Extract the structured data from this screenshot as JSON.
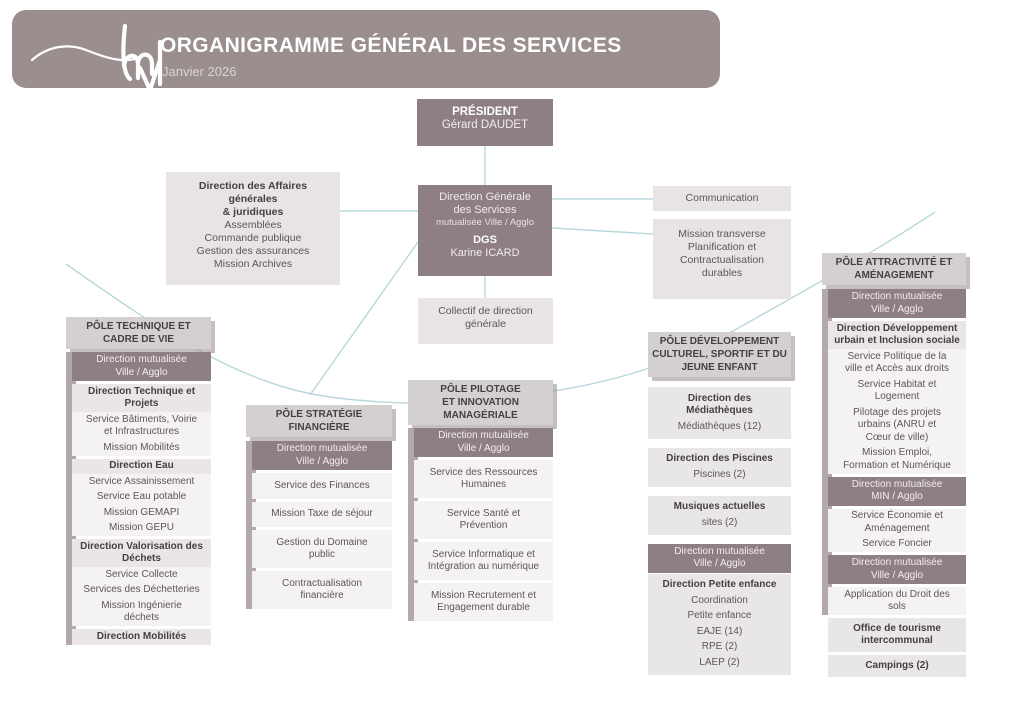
{
  "banner": {
    "logo": "lmv-logo",
    "title": "ORGANIGRAMME GÉNÉRAL DES SERVICES",
    "subtitle": "Janvier 2026"
  },
  "top": {
    "president": {
      "title": "PRÉSIDENT",
      "name": "Gérard DAUDET"
    },
    "dgs": {
      "line1": "Direction Générale",
      "line2": "des Services",
      "mutualisee": "mutualisée Ville / Agglo",
      "role": "DGS",
      "name": "Karine ICARD"
    },
    "affaires": {
      "title1": "Direction des Affaires",
      "title2": "générales",
      "title3": "& juridiques",
      "items": [
        "Assemblées",
        "Commande publique",
        "Gestion des assurances",
        "Mission Archives"
      ]
    },
    "communication": {
      "label": "Communication"
    },
    "mission_transverse": {
      "line1": "Mission transverse",
      "line2": "Planification et",
      "line3": "Contractualisation",
      "line4": "durables"
    },
    "collectif": {
      "line1": "Collectif de direction",
      "line2": "générale"
    }
  },
  "poles": [
    {
      "id": "technique",
      "header_lines": [
        "PÔLE TECHNIQUE ET",
        "CADRE DE VIE"
      ],
      "blocks": [
        {
          "type": "mauve",
          "lines": [
            "Direction mutualisée",
            "Ville / Agglo"
          ]
        },
        {
          "type": "box",
          "rows": [
            {
              "bold": true,
              "lines": [
                "Direction Technique et",
                "Projets"
              ]
            },
            {
              "lines": [
                "Service Bâtiments, Voirie",
                "et Infrastructures"
              ]
            },
            {
              "lines": [
                "Mission Mobilités"
              ]
            }
          ]
        },
        {
          "type": "box",
          "rows": [
            {
              "bold": true,
              "lines": [
                "Direction Eau"
              ]
            },
            {
              "lines": [
                "Service Assainissement"
              ]
            },
            {
              "lines": [
                "Service Eau potable"
              ]
            },
            {
              "lines": [
                "Mission GEMAPI"
              ]
            },
            {
              "lines": [
                "Mission GEPU"
              ]
            }
          ]
        },
        {
          "type": "box",
          "rows": [
            {
              "bold": true,
              "lines": [
                "Direction Valorisation des",
                "Déchets"
              ]
            },
            {
              "lines": [
                "Service Collecte"
              ]
            },
            {
              "lines": [
                "Services des Déchetteries"
              ]
            },
            {
              "lines": [
                "Mission Ingénierie",
                "déchets"
              ]
            }
          ]
        },
        {
          "type": "box",
          "rows": [
            {
              "bold": true,
              "lines": [
                "Direction Mobilités"
              ]
            }
          ]
        }
      ]
    },
    {
      "id": "strategie",
      "header_lines": [
        "PÔLE STRATÉGIE",
        "FINANCIÈRE"
      ],
      "blocks": [
        {
          "type": "mauve",
          "lines": [
            "Direction mutualisée",
            "Ville / Agglo"
          ]
        },
        {
          "type": "box",
          "rows": [
            {
              "lines": [
                "Service des Finances"
              ]
            }
          ]
        },
        {
          "type": "box",
          "rows": [
            {
              "lines": [
                "Mission Taxe de séjour"
              ]
            }
          ]
        },
        {
          "type": "box",
          "rows": [
            {
              "lines": [
                "Gestion du Domaine",
                "public"
              ]
            }
          ]
        },
        {
          "type": "box",
          "rows": [
            {
              "lines": [
                "Contractualisation",
                "financière"
              ]
            }
          ]
        }
      ]
    },
    {
      "id": "pilotage",
      "header_lines": [
        "PÔLE PILOTAGE",
        "ET INNOVATION",
        "MANAGÉRIALE"
      ],
      "blocks": [
        {
          "type": "mauve",
          "lines": [
            "Direction mutualisée",
            "Ville / Agglo"
          ]
        },
        {
          "type": "box",
          "rows": [
            {
              "lines": [
                "Service des Ressources",
                "Humaines"
              ]
            }
          ]
        },
        {
          "type": "box",
          "rows": [
            {
              "lines": [
                "Service Santé et",
                "Prévention"
              ]
            }
          ]
        },
        {
          "type": "box",
          "rows": [
            {
              "lines": [
                "Service Informatique et",
                "Intégration au numérique"
              ]
            }
          ]
        },
        {
          "type": "box",
          "rows": [
            {
              "lines": [
                "Mission Recrutement et",
                "Engagement durable"
              ]
            }
          ]
        }
      ]
    },
    {
      "id": "culturel",
      "header_lines": [
        "PÔLE DÉVELOPPEMENT",
        "CULTUREL, SPORTIF ET DU",
        "JEUNE ENFANT"
      ],
      "blocks": [
        {
          "type": "box",
          "rows": [
            {
              "bold": true,
              "lines": [
                "Direction des",
                "Médiathèques"
              ]
            },
            {
              "lines": [
                "Médiathèques (12)"
              ]
            }
          ]
        },
        {
          "type": "box",
          "rows": [
            {
              "bold": true,
              "lines": [
                "Direction des Piscines"
              ]
            },
            {
              "lines": [
                "Piscines (2)"
              ]
            }
          ]
        },
        {
          "type": "box",
          "rows": [
            {
              "bold": true,
              "lines": [
                "Musiques actuelles"
              ]
            },
            {
              "lines": [
                "sites (2)"
              ]
            }
          ]
        },
        {
          "type": "mauve",
          "lines": [
            "Direction mutualisée",
            "Ville / Agglo"
          ]
        },
        {
          "type": "box",
          "rows": [
            {
              "bold": true,
              "lines": [
                "Direction Petite enfance"
              ]
            },
            {
              "lines": [
                "Coordination"
              ]
            },
            {
              "lines": [
                "Petite enfance"
              ]
            },
            {
              "lines": [
                "EAJE (14)"
              ]
            },
            {
              "lines": [
                "RPE (2)"
              ]
            },
            {
              "lines": [
                "LAEP (2)"
              ]
            }
          ]
        }
      ]
    },
    {
      "id": "attractivite",
      "header_lines": [
        "PÔLE ATTRACTIVITÉ ET",
        "AMÉNAGEMENT"
      ],
      "blocks": [
        {
          "type": "mauve",
          "lines": [
            "Direction mutualisée",
            "Ville / Agglo"
          ]
        },
        {
          "type": "box",
          "rows": [
            {
              "bold": true,
              "lines": [
                "Direction Développement",
                "urbain et Inclusion sociale"
              ]
            },
            {
              "lines": [
                "Service Politique de la",
                "ville et Accès aux droits"
              ]
            },
            {
              "lines": [
                "Service Habitat et",
                "Logement"
              ]
            },
            {
              "lines": [
                "Pilotage des projets",
                "urbains (ANRU et",
                "Cœur de ville)"
              ]
            },
            {
              "lines": [
                "Mission Emploi,",
                "Formation et Numérique"
              ]
            }
          ]
        },
        {
          "type": "mauve",
          "lines": [
            "Direction mutualisée",
            "MIN / Agglo"
          ]
        },
        {
          "type": "box",
          "rows": [
            {
              "lines": [
                "Service Économie et",
                "Aménagement"
              ]
            },
            {
              "lines": [
                "Service Foncier"
              ]
            }
          ]
        },
        {
          "type": "mauve",
          "lines": [
            "Direction mutualisée",
            "Ville / Agglo"
          ]
        },
        {
          "type": "box",
          "rows": [
            {
              "lines": [
                "Application du Droit des",
                "sols"
              ]
            }
          ]
        },
        {
          "type": "box",
          "outside_strip": true,
          "rows": [
            {
              "bold": true,
              "lines": [
                "Office de tourisme",
                "intercommunal"
              ]
            }
          ]
        },
        {
          "type": "box",
          "outside_strip": true,
          "rows": [
            {
              "bold": true,
              "lines": [
                "Campings (2)"
              ]
            }
          ]
        }
      ]
    }
  ],
  "colors": {
    "banner": "#9a8e8e",
    "dark_box": "#8d7f82",
    "pole_header": "#d5d0d0",
    "light_box": "#e8e4e4",
    "inner_box": "#f4f2f2",
    "dir_band": "#eae6e7",
    "strip": "#b3a9aa",
    "connector": "#b9d8db",
    "text": "#5d5658",
    "text_bold": "#453f41"
  }
}
